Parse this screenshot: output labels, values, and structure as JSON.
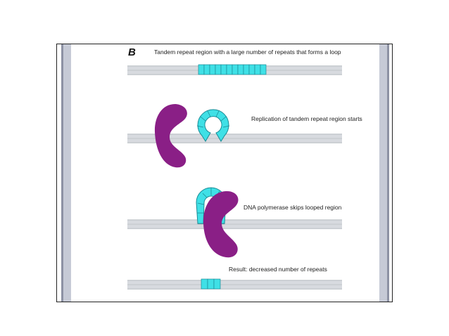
{
  "figure": {
    "panel_letter": "B",
    "steps": [
      {
        "label": "Tandem repeat region with a large number of repeats that forms a loop"
      },
      {
        "label": "Replication of tandem repeat region starts"
      },
      {
        "label": "DNA polymerase skips looped region"
      },
      {
        "label": "Result: decreased number of repeats"
      }
    ],
    "colors": {
      "repeat": "#3fe0e6",
      "repeat_outline": "#1a8c96",
      "polymerase": "#8a1f86",
      "strand": "#c9ccd2",
      "frame": "#c6cad6"
    },
    "icons": [
      "dna-polymerase-icon",
      "repeat-loop-icon"
    ]
  }
}
